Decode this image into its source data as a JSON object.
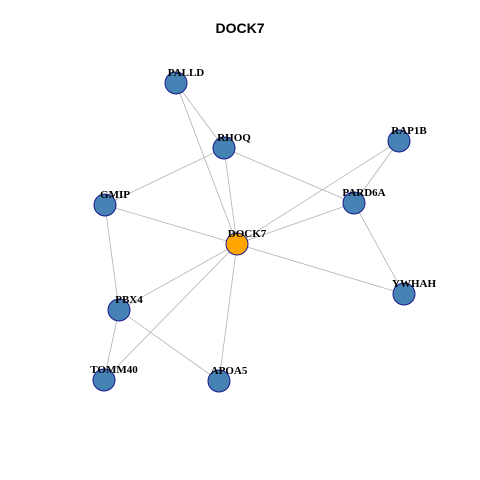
{
  "title": "DOCK7",
  "colors": {
    "center": "#FFA500",
    "node": "#4682B4",
    "edge": "#b3b3b3",
    "border": "#1a1a8c"
  },
  "nodes": [
    {
      "id": "DOCK7",
      "label": "DOCK7",
      "center": true
    },
    {
      "id": "PALLD",
      "label": "PALLD"
    },
    {
      "id": "RHOQ",
      "label": "RHOQ"
    },
    {
      "id": "RAP1B",
      "label": "RAP1B"
    },
    {
      "id": "GMIP",
      "label": "GMIP"
    },
    {
      "id": "PARD6A",
      "label": "PARD6A"
    },
    {
      "id": "PBX4",
      "label": "PBX4"
    },
    {
      "id": "YWHAH",
      "label": "YWHAH"
    },
    {
      "id": "TOMM40",
      "label": "TOMM40"
    },
    {
      "id": "APOA5",
      "label": "APOA5"
    }
  ],
  "edges": [
    [
      "PALLD",
      "RHOQ"
    ],
    [
      "PALLD",
      "DOCK7"
    ],
    [
      "RHOQ",
      "GMIP"
    ],
    [
      "RHOQ",
      "DOCK7"
    ],
    [
      "RHOQ",
      "PARD6A"
    ],
    [
      "RAP1B",
      "DOCK7"
    ],
    [
      "RAP1B",
      "PARD6A"
    ],
    [
      "GMIP",
      "DOCK7"
    ],
    [
      "GMIP",
      "PBX4"
    ],
    [
      "PARD6A",
      "DOCK7"
    ],
    [
      "PARD6A",
      "YWHAH"
    ],
    [
      "DOCK7",
      "YWHAH"
    ],
    [
      "DOCK7",
      "PBX4"
    ],
    [
      "DOCK7",
      "TOMM40"
    ],
    [
      "DOCK7",
      "APOA5"
    ],
    [
      "PBX4",
      "TOMM40"
    ],
    [
      "PBX4",
      "APOA5"
    ]
  ]
}
